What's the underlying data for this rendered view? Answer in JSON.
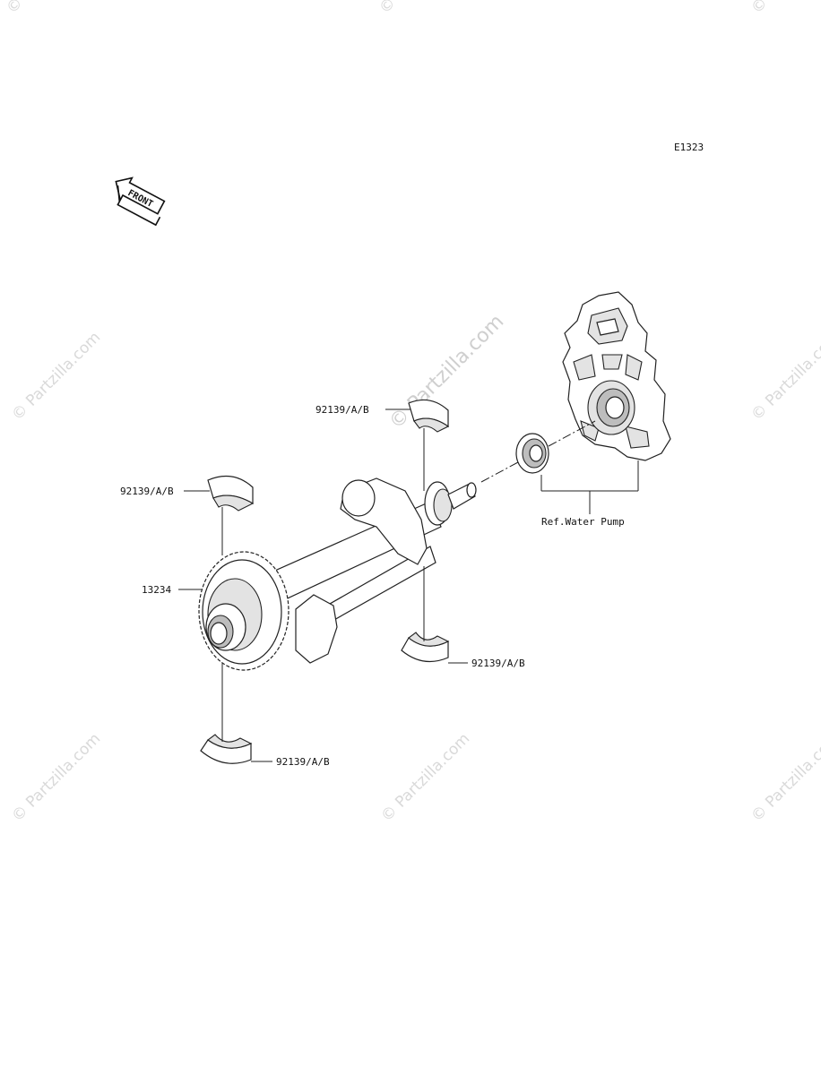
{
  "diagram_code": "E1323",
  "front_label": "FRONT",
  "watermark": "© Partzilla.com",
  "labels": {
    "bearing_top": "92139/A/B",
    "bearing_left_upper": "92139/A/B",
    "gear": "13234",
    "bearing_right_lower": "92139/A/B",
    "bearing_bottom": "92139/A/B",
    "water_pump_ref": "Ref.Water Pump"
  }
}
